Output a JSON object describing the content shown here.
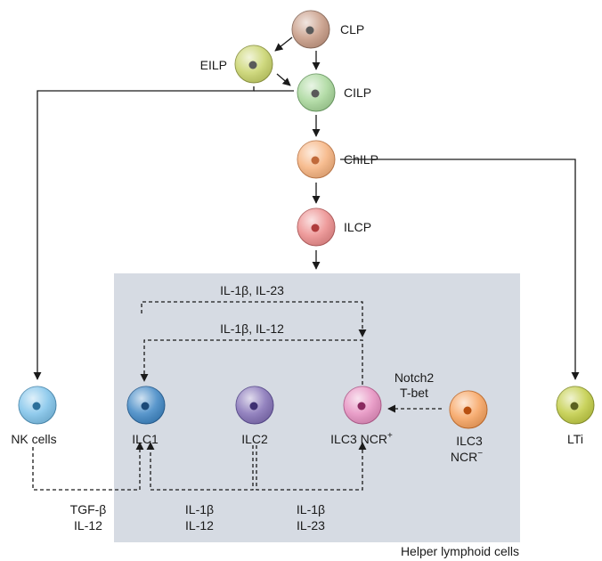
{
  "colors": {
    "box_fill": "#d6dbe3",
    "CLP": "#c79a84",
    "EILP": "#c8d36a",
    "CILP": "#a8d79a",
    "ChILP": "#f6b27e",
    "ILCP": "#ec8c8c",
    "NK": "#7fc3ea",
    "ILC1": "#3e86c4",
    "ILC2": "#8370b6",
    "ILC3_pos": "#e68fc0",
    "ILC3_neg": "#f7a25e",
    "LTi": "#c2cd45",
    "nucleus": "#5a5a5a"
  },
  "cells": {
    "clp": "CLP",
    "eilp": "EILP",
    "cilp": "CILP",
    "chilp": "ChILP",
    "ilcp": "ILCP",
    "nk": "NK cells",
    "ilc1": "ILC1",
    "ilc2": "ILC2",
    "ilc3_pos_a": "ILC3 NCR",
    "ilc3_pos_sup": "+",
    "ilc3_neg_1": "ILC3",
    "ilc3_neg_2": "NCR",
    "ilc3_neg_sup": "−",
    "lti": "LTi"
  },
  "signals": {
    "top_1": "IL-1β, IL-23",
    "top_2": "IL-1β, IL-12",
    "notch_1": "Notch2",
    "notch_2": "T-bet",
    "tgf_1": "TGF-β",
    "tgf_2": "IL-12",
    "mid_1": "IL-1β",
    "mid_2": "IL-12",
    "right_1": "IL-1β",
    "right_2": "IL-23"
  },
  "box_label": "Helper lymphoid cells"
}
